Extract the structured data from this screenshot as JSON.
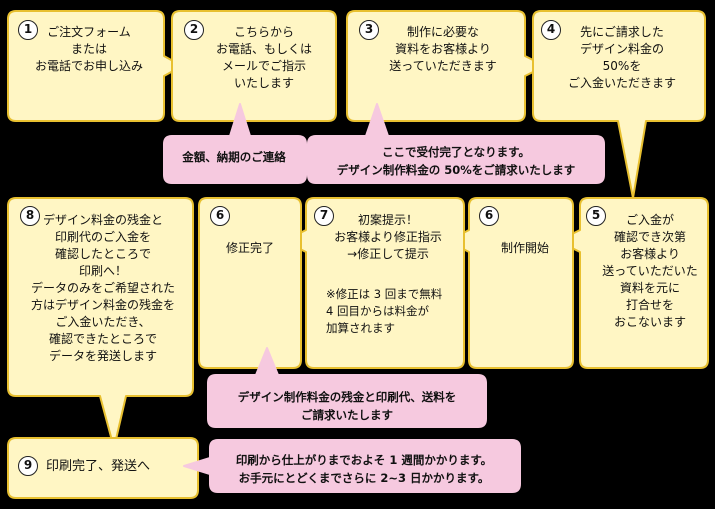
{
  "colors": {
    "background": "#000000",
    "step_fill": "#fff6c4",
    "step_stroke": "#e8c030",
    "note_fill": "#f6c9df",
    "badge_fill": "#ffffff"
  },
  "steps": [
    {
      "number": "1",
      "text": "ご注文フォーム\nまたは\nお電話でお申し込み"
    },
    {
      "number": "2",
      "text": "こちらから\nお電話、もしくは\nメールでご指示\nいたします"
    },
    {
      "number": "3",
      "text": "制作に必要な\n資料をお客様より\n送っていただきます"
    },
    {
      "number": "4",
      "text": "先にご請求した\nデザイン料金の\n50%を\nご入金いただきます"
    },
    {
      "number": "5",
      "text": "ご入金が\n確認でき次第\nお客様より\n送っていただいた\n資料を元に\n打合せを\nおこないます"
    },
    {
      "number": "6",
      "text": "制作開始"
    },
    {
      "number": "7",
      "text": "初案提示！\nお客様より修正指示\n→修正して提示",
      "note": "※修正は 3 回まで無料\n4 回目からは料金が\n加算されます"
    },
    {
      "number": "6",
      "text": "修正完了"
    },
    {
      "number": "8",
      "text": "デザイン料金の残金と\n印刷代のご入金を\n確認したところで\n印刷へ！\nデータのみをご希望された\n方はデザイン料金の残金を\nご入金いただき、\n確認できたところで\nデータを発送します"
    },
    {
      "number": "9",
      "text": "印刷完了、発送へ"
    }
  ],
  "notes": [
    {
      "text": "金額、納期のご連絡"
    },
    {
      "text": "ここで受付完了となります。\nデザイン制作料金の 50%をご請求いたします"
    },
    {
      "text": "デザイン制作料金の残金と印刷代、送料を\nご請求いたします"
    },
    {
      "text": "印刷から仕上がりまでおよそ 1 週間かかります。\nお手元にとどくまでさらに 2~3 日かかります。"
    }
  ]
}
